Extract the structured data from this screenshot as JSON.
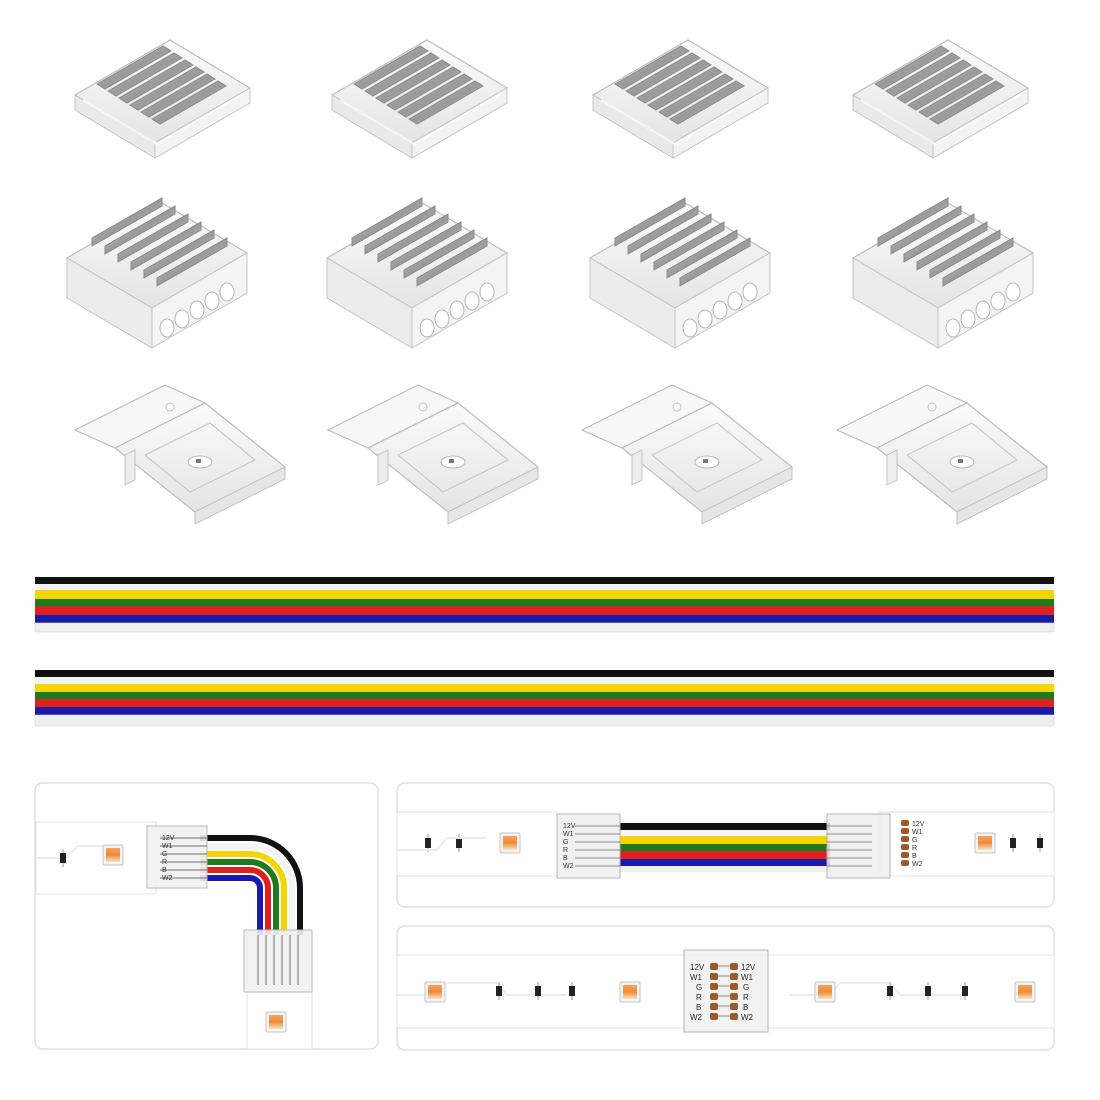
{
  "colors": {
    "background": "#ffffff",
    "wire_black": "#111111",
    "wire_white": "#f2f2f2",
    "wire_yellow": "#f4d500",
    "wire_green": "#1f7a1f",
    "wire_red": "#e0201f",
    "wire_blue": "#1a1aa8",
    "strip_white": "#ffffff",
    "panel_border": "#d9d9d9",
    "led_orange": "#f08a3c"
  },
  "cables": [
    {
      "name": "cable-top",
      "wires": [
        "black",
        "white",
        "yellow",
        "green",
        "red",
        "blue",
        "white"
      ]
    },
    {
      "name": "cable-bottom",
      "wires": [
        "black",
        "white",
        "yellow",
        "green",
        "red",
        "blue",
        "white"
      ]
    }
  ],
  "pin_labels": [
    "12V",
    "W1",
    "G",
    "R",
    "B",
    "W2"
  ],
  "rows": [
    {
      "name": "row-gapless-connectors",
      "count": 4
    },
    {
      "name": "row-wire-connectors",
      "count": 4
    },
    {
      "name": "row-mounting-clips",
      "count": 4
    }
  ],
  "panels": {
    "l_shape": {
      "name": "l-shape-connection-panel",
      "labels": [
        "12V",
        "W1",
        "G",
        "R",
        "B",
        "W2"
      ]
    },
    "wire_jumper": {
      "name": "wire-jumper-panel",
      "left_labels": [
        "12V",
        "W1",
        "G",
        "R",
        "B",
        "W2"
      ],
      "right_labels": [
        "12V",
        "W1",
        "G",
        "R",
        "B",
        "W2"
      ]
    },
    "strip_to_strip": {
      "name": "strip-to-strip-panel",
      "left_labels": [
        "12V",
        "W1",
        "G",
        "R",
        "B",
        "W2"
      ],
      "right_labels": [
        "12V",
        "W1",
        "G",
        "R",
        "B",
        "W2"
      ]
    }
  }
}
